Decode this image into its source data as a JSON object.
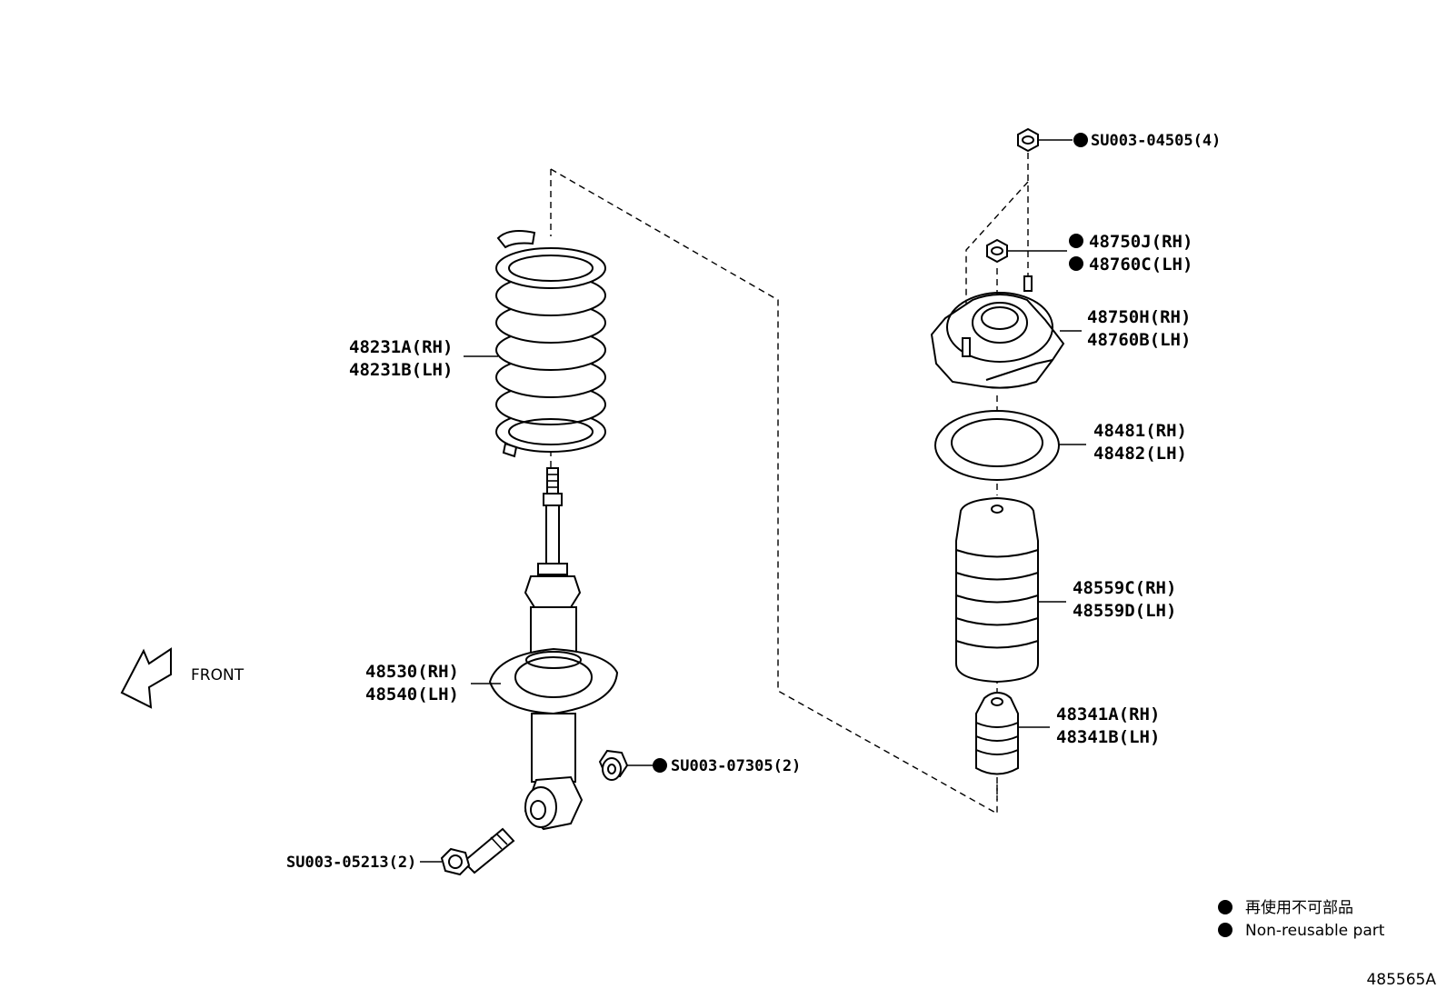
{
  "parts": {
    "coil_spring": {
      "rh": "48231A(RH)",
      "lh": "48231B(LH)"
    },
    "shock_absorber": {
      "rh": "48530(RH)",
      "lh": "48540(LH)"
    },
    "lower_bolt": "SU003-05213(2)",
    "lower_nut": "SU003-07305(2)",
    "upper_nut": "SU003-04505(4)",
    "strut_nut": {
      "rh": "48750J(RH)",
      "lh": "48760C(LH)"
    },
    "strut_mount": {
      "rh": "48750H(RH)",
      "lh": "48760B(LH)"
    },
    "spring_seat": {
      "rh": "48481(RH)",
      "lh": "48482(LH)"
    },
    "dust_boot": {
      "rh": "48559C(RH)",
      "lh": "48559D(LH)"
    },
    "bump_stopper": {
      "rh": "48341A(RH)",
      "lh": "48341B(LH)"
    }
  },
  "front_label": "FRONT",
  "legend": {
    "japanese": "再使用不可部品",
    "english": "Non-reusable part"
  },
  "diagram_id": "485565A"
}
